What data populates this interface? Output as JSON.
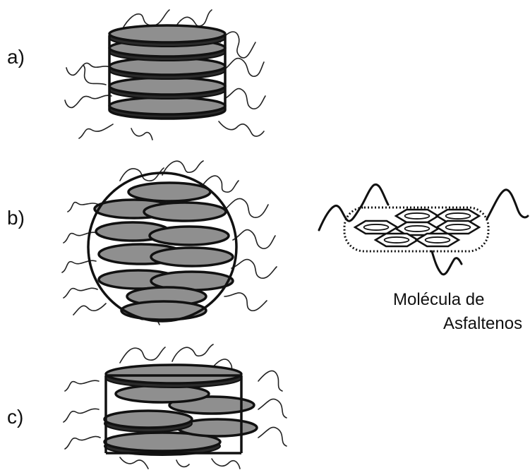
{
  "panels": {
    "a": {
      "label": "a)"
    },
    "b": {
      "label": "b)"
    },
    "c": {
      "label": "c)"
    }
  },
  "molecule": {
    "caption_line1": "Molécula de",
    "caption_line2": "Asfaltenos"
  },
  "colors": {
    "disc_fill": "#8f8f8f",
    "ink": "#111111",
    "background": "#ffffff"
  }
}
